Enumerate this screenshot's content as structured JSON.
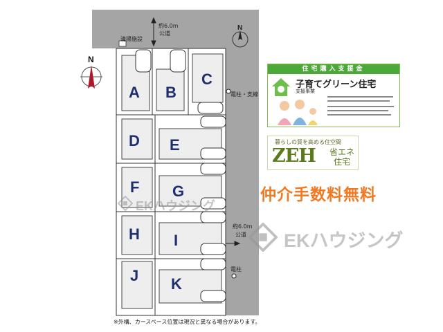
{
  "map": {
    "road_top": "約6.0m\n公道",
    "road_top_line1": "約6.0m",
    "road_top_line2": "公道",
    "road_right_line1": "約6.0m",
    "road_right_line2": "公道",
    "cleaning": "清掃施設",
    "pole_top": "電柱・支線",
    "pole_bottom": "電柱",
    "compass_letter": "N",
    "lots": [
      "A",
      "B",
      "C",
      "D",
      "E",
      "F",
      "G",
      "H",
      "I",
      "J",
      "K"
    ]
  },
  "banner": {
    "header": "住宅購入支援金",
    "title": "子育てグリーン住宅",
    "subtitle": "支援事業"
  },
  "zeh": {
    "top": "暮らしの質を高める住空間",
    "big": "ZEH",
    "right1": "省エネ",
    "right2": "住宅"
  },
  "promo": {
    "fee": "仲介手数料無料"
  },
  "watermark": {
    "brand": "EKハウジング"
  },
  "note": "※外構、カースペース位置は現況と異なる場合があります。",
  "colors": {
    "lot_letter": "#1f2f6e",
    "road": "#9a9a9a",
    "banner_green": "#4da83a",
    "promo_orange": "#f07a23"
  }
}
